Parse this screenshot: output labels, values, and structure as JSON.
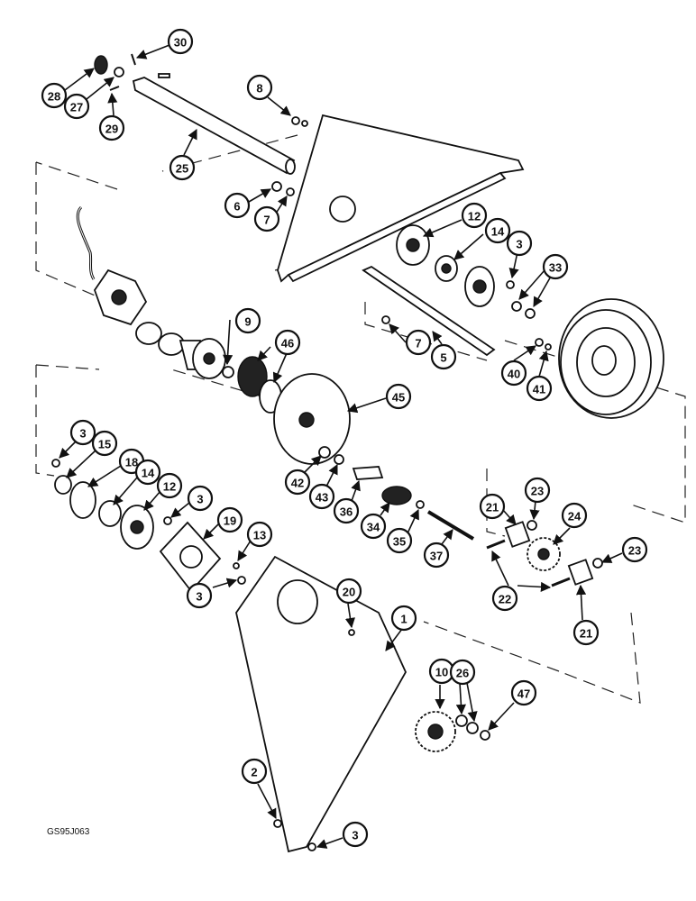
{
  "drawing_code": "GS95J063",
  "callouts": {
    "c30": "30",
    "c28": "28",
    "c27": "27",
    "c29": "29",
    "c8": "8",
    "c25": "25",
    "c6": "6",
    "c7a": "7",
    "c12a": "12",
    "c14a": "14",
    "c3a": "3",
    "c33": "33",
    "c9": "9",
    "c46": "46",
    "c7b": "7",
    "c5": "5",
    "c40": "40",
    "c41": "41",
    "c45": "45",
    "c3b": "3",
    "c15": "15",
    "c18": "18",
    "c14b": "14",
    "c12b": "12",
    "c3c": "3",
    "c19": "19",
    "c13": "13",
    "c42": "42",
    "c43": "43",
    "c36": "36",
    "c34": "34",
    "c35": "35",
    "c37": "37",
    "c21a": "21",
    "c23a": "23",
    "c24": "24",
    "c23b": "23",
    "c22": "22",
    "c21b": "21",
    "c3d": "3",
    "c20": "20",
    "c1": "1",
    "c10": "10",
    "c26": "26",
    "c47": "47",
    "c2": "2",
    "c3e": "3"
  }
}
